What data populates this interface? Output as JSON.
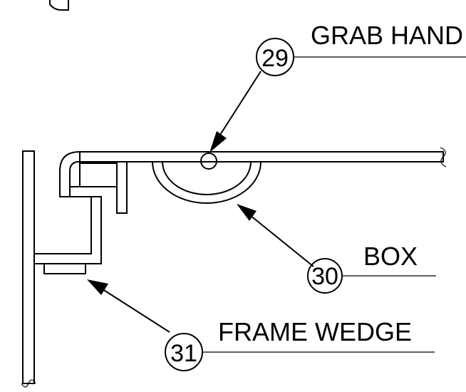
{
  "drawing": {
    "callouts": [
      {
        "number": "29",
        "label": "GRAB HAND"
      },
      {
        "number": "30",
        "label": "BOX"
      },
      {
        "number": "31",
        "label": "FRAME WEDGE"
      }
    ]
  }
}
